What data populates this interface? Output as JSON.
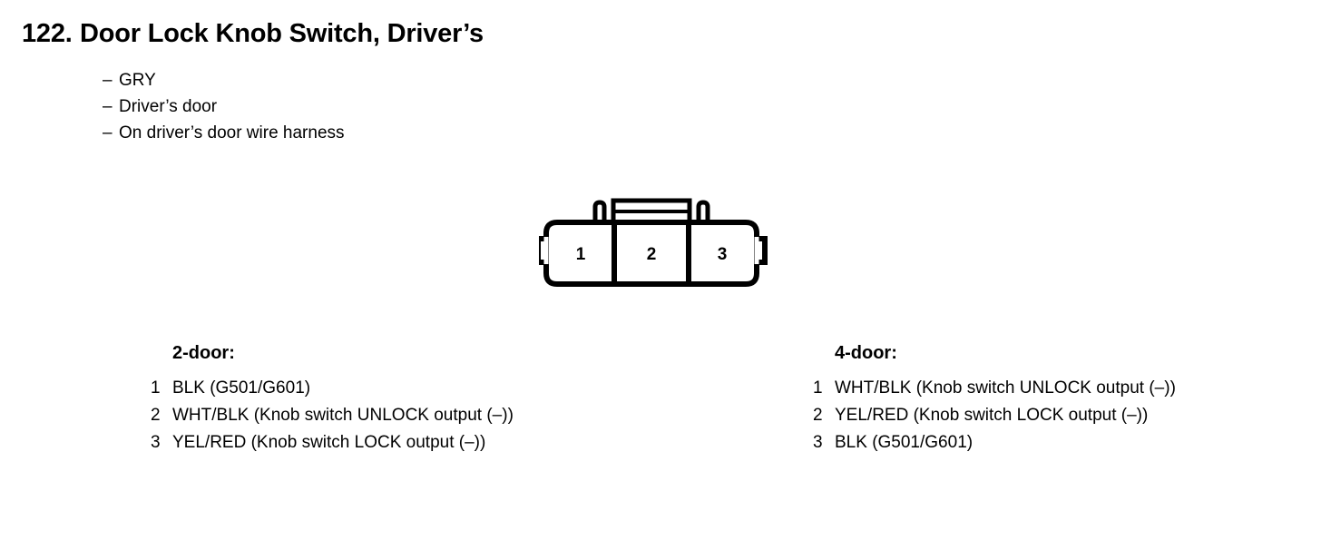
{
  "header": {
    "number": "122.",
    "title": "Door Lock Knob Switch, Driver’s"
  },
  "attributes": {
    "dash": "–",
    "items": [
      "GRY",
      "Driver’s door",
      "On driver’s door wire harness"
    ]
  },
  "connector": {
    "cavity_labels": [
      "1",
      "2",
      "3"
    ]
  },
  "pinouts": [
    {
      "heading": "2-door:",
      "rows": [
        {
          "index": "1",
          "desc": "BLK (G501/G601)"
        },
        {
          "index": "2",
          "desc": "WHT/BLK (Knob switch UNLOCK output (–))"
        },
        {
          "index": "3",
          "desc": "YEL/RED (Knob switch LOCK output (–))"
        }
      ]
    },
    {
      "heading": "4-door:",
      "rows": [
        {
          "index": "1",
          "desc": "WHT/BLK (Knob switch UNLOCK output (–))"
        },
        {
          "index": "2",
          "desc": "YEL/RED (Knob switch LOCK output (–))"
        },
        {
          "index": "3",
          "desc": "BLK (G501/G601)"
        }
      ]
    }
  ],
  "colors": {
    "ink": "#000000",
    "paper": "#ffffff"
  }
}
